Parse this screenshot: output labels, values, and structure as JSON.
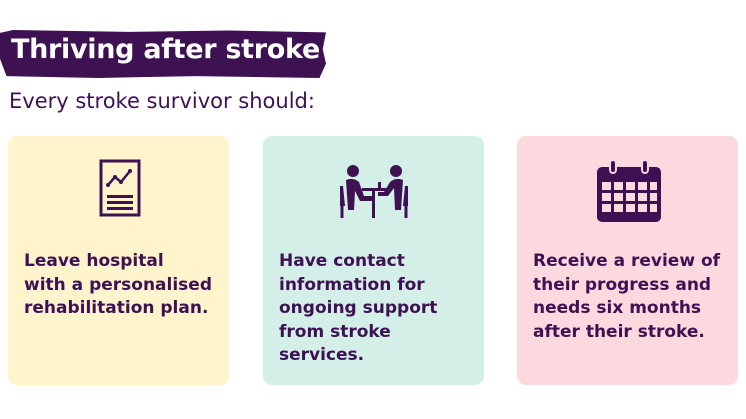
{
  "header": {
    "title": "Thriving after stroke",
    "subtitle": "Every stroke survivor should:"
  },
  "cards": [
    {
      "icon": "rehabilitation-plan-icon",
      "text": "Leave hospital\nwith a personalised\nrehabilitation plan.",
      "background": "#fff4cc"
    },
    {
      "icon": "meeting-icon",
      "text": "Have contact\ninformation for\nongoing support\nfrom stroke\nservices.",
      "background": "#d4efe8"
    },
    {
      "icon": "calendar-icon",
      "text": "Receive a review of\ntheir progress and\nneeds six months\nafter their stroke.",
      "background": "#fcd9df"
    }
  ],
  "colors": {
    "brand_purple": "#3d1152",
    "white": "#ffffff"
  }
}
